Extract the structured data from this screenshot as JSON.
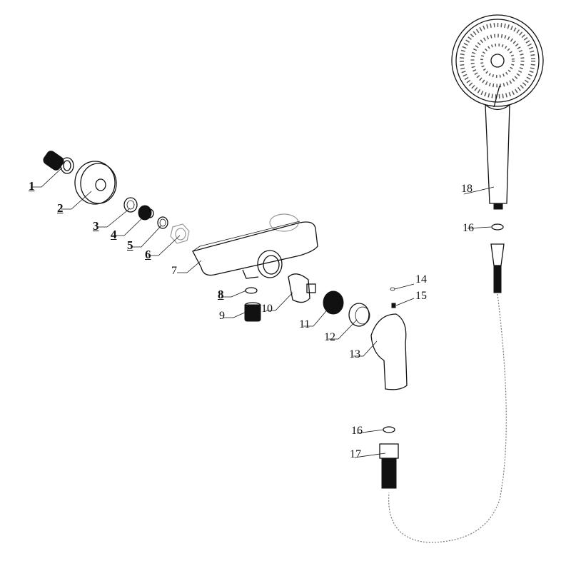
{
  "diagram": {
    "parts": [
      {
        "id": "1",
        "label": "1"
      },
      {
        "id": "2",
        "label": "2"
      },
      {
        "id": "3",
        "label": "3"
      },
      {
        "id": "4",
        "label": "4"
      },
      {
        "id": "5",
        "label": "5"
      },
      {
        "id": "6",
        "label": "6"
      },
      {
        "id": "7",
        "label": "7"
      },
      {
        "id": "8",
        "label": "8"
      },
      {
        "id": "9",
        "label": "9"
      },
      {
        "id": "10",
        "label": "10"
      },
      {
        "id": "11",
        "label": "11"
      },
      {
        "id": "12",
        "label": "12"
      },
      {
        "id": "13",
        "label": "13"
      },
      {
        "id": "14",
        "label": "14"
      },
      {
        "id": "15",
        "label": "15"
      },
      {
        "id": "16a",
        "label": "16"
      },
      {
        "id": "18",
        "label": "18"
      },
      {
        "id": "16b",
        "label": "16"
      },
      {
        "id": "17",
        "label": "17"
      }
    ]
  }
}
